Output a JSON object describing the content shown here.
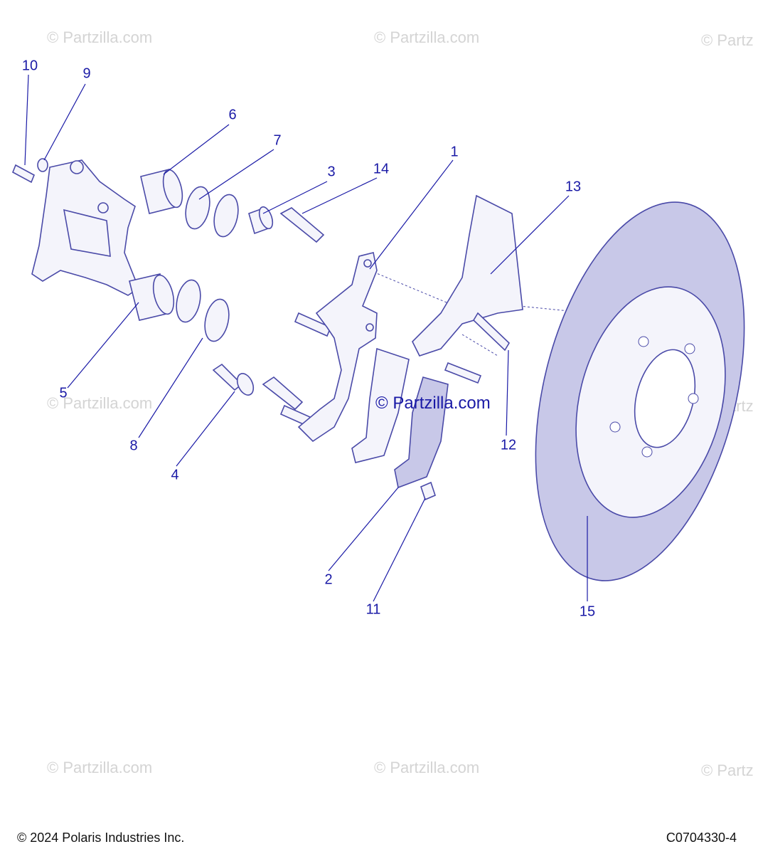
{
  "watermarks": [
    "© Partzilla.com",
    "© Partzilla.com",
    "© Partz",
    "© Partzilla.com",
    "© Partz",
    "© Partzilla.com",
    "© Partzilla.com",
    "© Partz"
  ],
  "center_watermark": "© Partzilla.com",
  "callouts": [
    "10",
    "9",
    "6",
    "7",
    "3",
    "14",
    "1",
    "13",
    "5",
    "8",
    "4",
    "12",
    "2",
    "11",
    "15"
  ],
  "footer": {
    "copyright": "© 2024 Polaris Industries Inc.",
    "code": "C0704330-4"
  },
  "colors": {
    "callout": "#1a1aa6",
    "line_art": "#4a4aa8",
    "watermark": "#d4d4d4"
  }
}
